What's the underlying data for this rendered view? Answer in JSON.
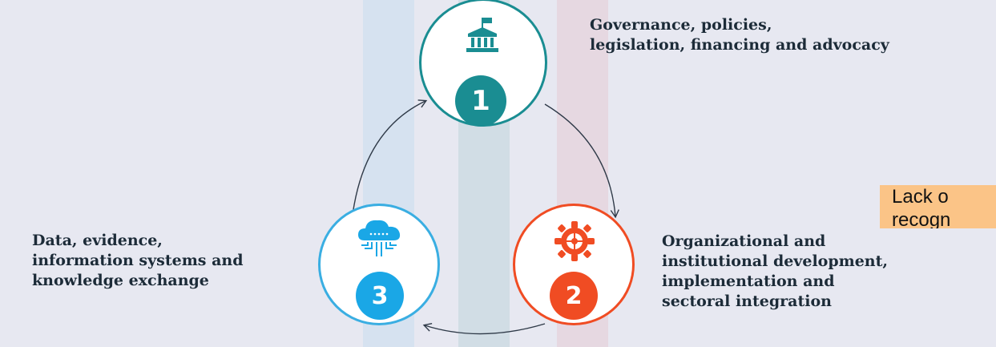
{
  "steps": [
    {
      "number": "1",
      "label": "Governance, policies,\nlegislation, financing and advocacy",
      "color": "#1a8d92",
      "icon": "government-building-icon"
    },
    {
      "number": "2",
      "label": "Organizational and\ninstitutional development,\nimplementation and\nsectoral integration",
      "color": "#f04c23",
      "icon": "gear-network-icon"
    },
    {
      "number": "3",
      "label": "Data, evidence,\ninformation systems and\nknowledge exchange",
      "color": "#1aa7e6",
      "icon": "cloud-data-icon"
    }
  ],
  "callout": {
    "text": "Lack o\nrecogn"
  }
}
